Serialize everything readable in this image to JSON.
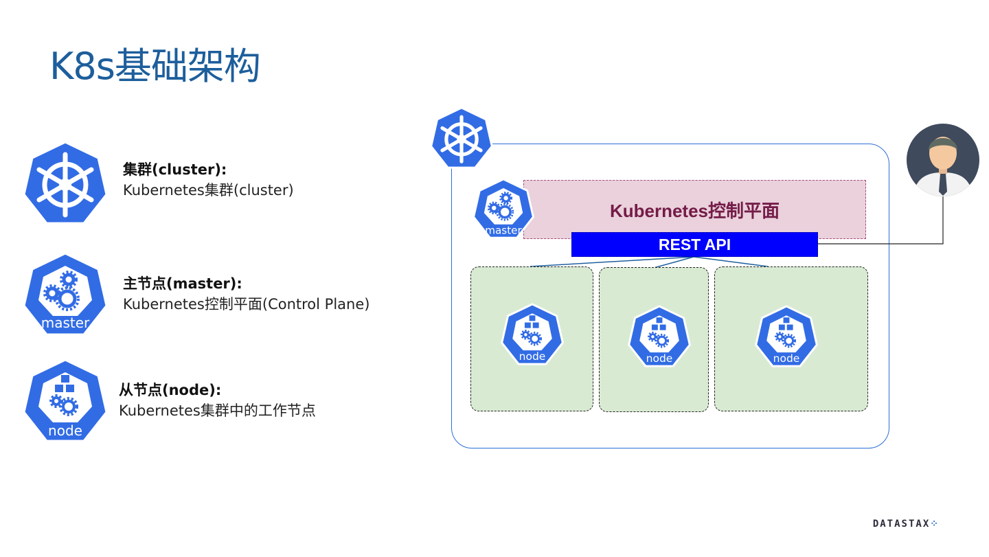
{
  "title": "K8s基础架构",
  "legend": [
    {
      "icon": "kubernetes-helm-icon",
      "heading": "集群(cluster):",
      "description": "Kubernetes集群(cluster)"
    },
    {
      "icon": "kubernetes-master-icon",
      "icon_label": "master",
      "heading": "主节点(master):",
      "description": "Kubernetes控制平面(Control Plane)"
    },
    {
      "icon": "kubernetes-node-icon",
      "icon_label": "node",
      "heading": "从节点(node):",
      "description": "Kubernetes集群中的工作节点"
    }
  ],
  "diagram": {
    "control_plane_label": "Kubernetes控制平面",
    "api_label": "REST API",
    "master_icon_label": "master",
    "nodes": [
      {
        "label": "node"
      },
      {
        "label": "node"
      },
      {
        "label": "node"
      }
    ],
    "user_icon": "user-avatar-icon"
  },
  "brand": "DATASTAX",
  "colors": {
    "k8s_blue": "#326ce5",
    "title_blue": "#1d5e9c",
    "control_plane_bg": "#ead1dc",
    "control_plane_text": "#741b47",
    "api_bg": "#0000ff",
    "node_bg": "#d9ead3"
  }
}
